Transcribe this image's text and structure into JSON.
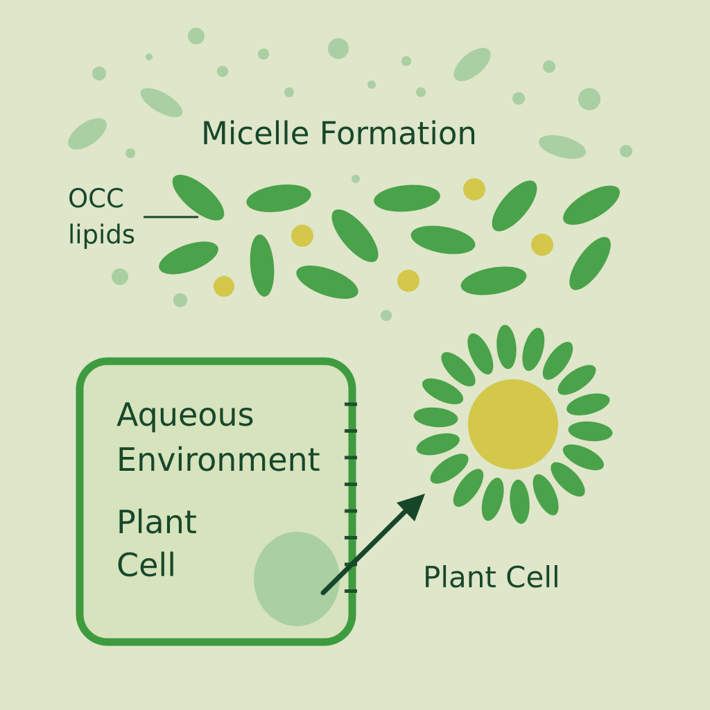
{
  "title": "Micelle Formation",
  "lipid_label": {
    "line1": "OCC",
    "line2": "lipids"
  },
  "cell_box": {
    "line1": "Aqueous",
    "line2": "Environment",
    "line3": "Plant",
    "line4": "Cell"
  },
  "micelle_label": "Plant Cell",
  "colors": {
    "background": "#dfe6c9",
    "lipid_green": "#4aa24a",
    "faded_green": "#a9cfa2",
    "yellow": "#d3c84a",
    "text": "#17472a",
    "box_fill": "#d6e3bd",
    "box_stroke": "#3f9b3f",
    "arrow": "#17472a"
  }
}
